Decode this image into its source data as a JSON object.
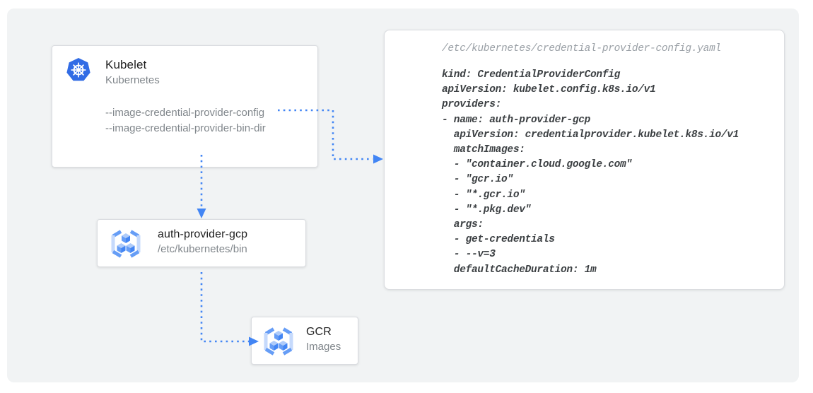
{
  "colors": {
    "accent_blue": "#4285f4",
    "kubernetes_blue": "#326ce5",
    "panel_bg": "#f1f3f4",
    "title_text": "#212121",
    "muted_text": "#80868b",
    "code_text": "#3c4043",
    "code_header_text": "#9aa0a6"
  },
  "nodes": {
    "kubelet": {
      "title": "Kubelet",
      "subtitle": "Kubernetes",
      "icon": "kubernetes-icon",
      "flags": [
        "--image-credential-provider-config",
        "--image-credential-provider-bin-dir"
      ]
    },
    "auth_provider": {
      "title": "auth-provider-gcp",
      "subtitle": "/etc/kubernetes/bin",
      "icon": "container-registry-icon"
    },
    "gcr": {
      "title": "GCR",
      "subtitle": "Images",
      "icon": "container-registry-icon"
    }
  },
  "code_panel": {
    "header": "/etc/kubernetes/credential-provider-config.yaml",
    "body": "kind: CredentialProviderConfig\napiVersion: kubelet.config.k8s.io/v1\nproviders:\n- name: auth-provider-gcp\n  apiVersion: credentialprovider.kubelet.k8s.io/v1\n  matchImages:\n  - \"container.cloud.google.com\"\n  - \"gcr.io\"\n  - \"*.gcr.io\"\n  - \"*.pkg.dev\"\n  args:\n  - get-credentials\n  - --v=3\n  defaultCacheDuration: 1m"
  }
}
